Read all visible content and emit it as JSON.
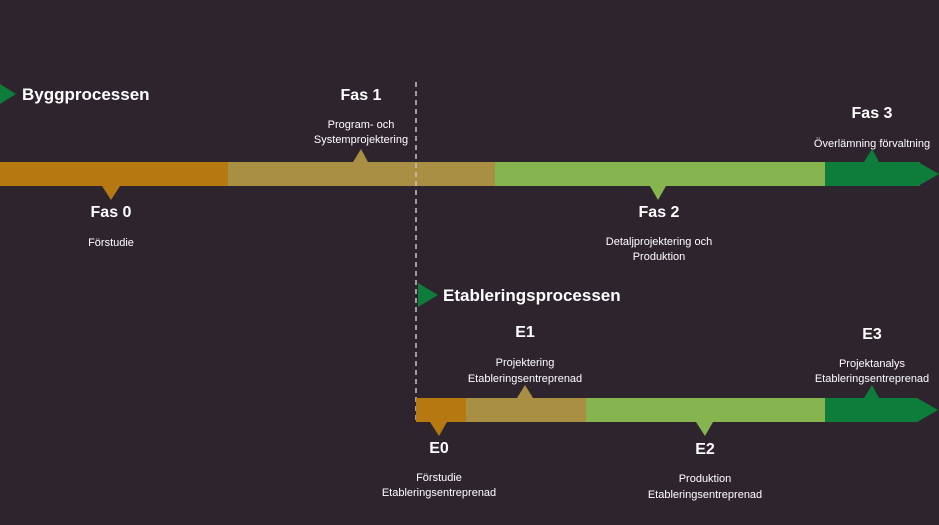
{
  "colors": {
    "background": "#2d242d",
    "orange": "#b67811",
    "olive": "#a88f43",
    "light_green": "#86b44e",
    "dark_green": "#0e7d3b",
    "divider": "#c8c0c8",
    "text": "#ffffff"
  },
  "bygg": {
    "title": "Byggprocessen",
    "phases": [
      {
        "name": "Fas 0",
        "desc_lines": [
          "Förstudie"
        ]
      },
      {
        "name": "Fas 1",
        "desc_lines": [
          "Program- och",
          "Systemprojektering"
        ]
      },
      {
        "name": "Fas 2",
        "desc_lines": [
          "Detaljprojektering och",
          "Produktion"
        ]
      },
      {
        "name": "Fas 3",
        "desc_lines": [
          "Överlämning förvaltning"
        ]
      }
    ]
  },
  "etablering": {
    "title": "Etableringsprocessen",
    "phases": [
      {
        "name": "E0",
        "desc_lines": [
          "Förstudie",
          "Etableringsentreprenad"
        ]
      },
      {
        "name": "E1",
        "desc_lines": [
          "Projektering",
          "Etableringsentreprenad"
        ]
      },
      {
        "name": "E2",
        "desc_lines": [
          "Produktion",
          "Etableringsentreprenad"
        ]
      },
      {
        "name": "E3",
        "desc_lines": [
          "Projektanalys",
          "Etableringsentreprenad"
        ]
      }
    ]
  }
}
